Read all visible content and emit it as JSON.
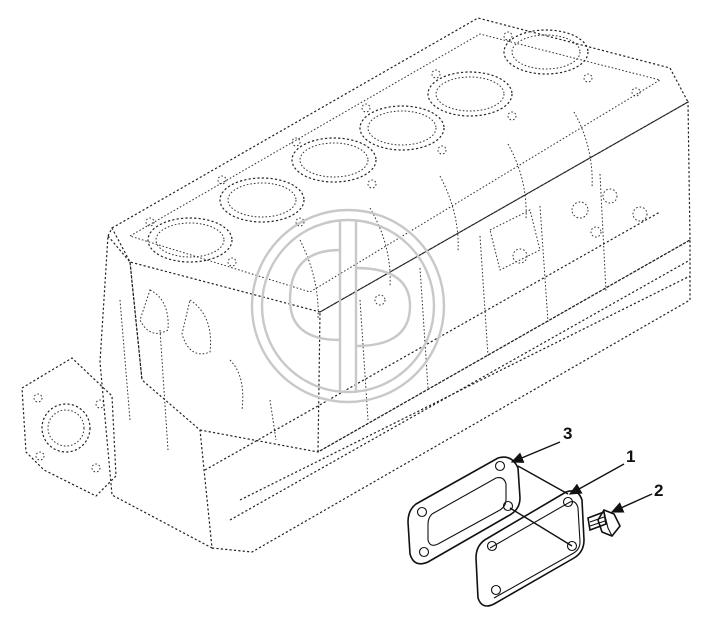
{
  "callouts": [
    {
      "id": "1",
      "label": "1"
    },
    {
      "id": "2",
      "label": "2"
    },
    {
      "id": "3",
      "label": "3"
    }
  ],
  "colors": {
    "line": "#111111",
    "watermark": "#c8c8c8",
    "background": "#ffffff"
  }
}
